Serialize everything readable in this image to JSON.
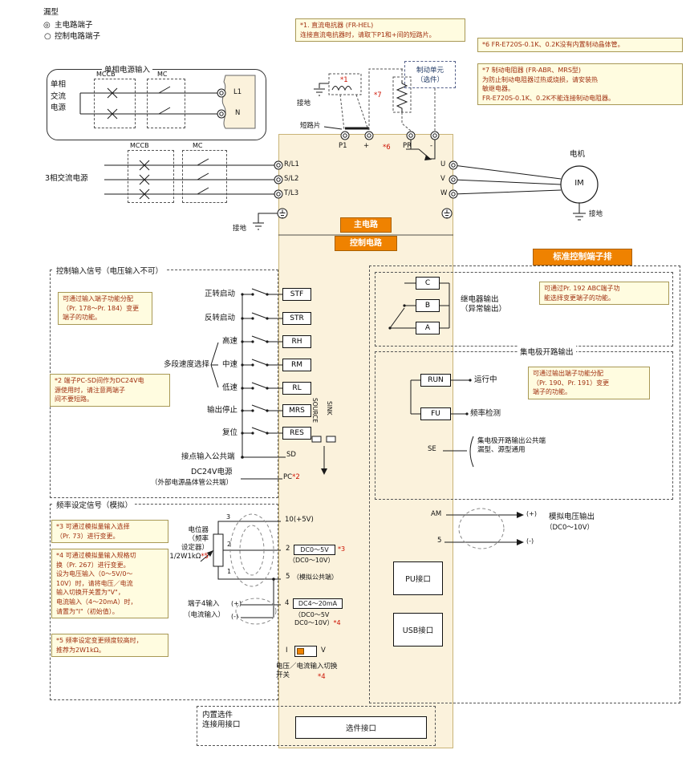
{
  "colors": {
    "accent_orange": "#EF8200",
    "body_fill": "#FBF2DC",
    "note_bg": "#FFFCE0",
    "note_text": "#A03010",
    "callout_red": "#CC1100"
  },
  "legend": {
    "title": "漏型",
    "main": {
      "symbol": "◎",
      "label": "主电路端子"
    },
    "control": {
      "symbol": "○",
      "label": "控制电路端子"
    }
  },
  "top_notes": {
    "n1": "*1. 直流电抗器 (FR-HEL)\n连接直流电抗器时，请取下P1和+间的短路片。",
    "n6": "*6  FR-E720S-0.1K、0.2K没有内置制动晶体管。",
    "n7": "*7  制动电阻器 (FR-ABR、MRS型)\n为防止制动电阻器过热或烧损，请安装热\n敏继电器。\nFR-E720S-0.1K、0.2K不能连接制动电阻器。"
  },
  "brake_unit": {
    "text": "制动单元\n（选件）"
  },
  "callouts": {
    "star1": "*1",
    "star6": "*6",
    "star7": "*7",
    "short_bar": "短路片",
    "ground_top": "接地",
    "ground_left": "接地"
  },
  "power": {
    "single_phase": {
      "title": "单相电源输入",
      "source": "单相\n交流\n电源",
      "mccb": "MCCB",
      "mc": "MC",
      "l1": "L1",
      "n": "N"
    },
    "three_phase": {
      "label": "3相交流电源",
      "mccb": "MCCB",
      "mc": "MC"
    }
  },
  "inverter": {
    "top_terminals": {
      "p1": "P1",
      "plus": "+",
      "pr": "PR",
      "minus": "-"
    },
    "main_circuit": "主电路",
    "control_circuit": "控制电路",
    "inputs": {
      "r": "R/L1",
      "s": "S/L2",
      "t": "T/L3"
    },
    "outputs": {
      "u": "U",
      "v": "V",
      "w": "W"
    }
  },
  "motor": {
    "label": "电机",
    "name": "IM",
    "ground": "接地"
  },
  "control_input": {
    "title": "控制输入信号（电压输入不可）",
    "note": "可通过输入端子功能分配\n（Pr. 178～Pr. 184）变更\n端子的功能。",
    "note2": "*2  端子PC-SD间作为DC24V电\n源使用时，请注意两端子\n间不要短路。",
    "signals": [
      {
        "label": "正转启动",
        "terminal": "STF"
      },
      {
        "label": "反转启动",
        "terminal": "STR"
      },
      {
        "label": "高速",
        "terminal": "RH"
      },
      {
        "label": "中速",
        "terminal": "RM"
      },
      {
        "label": "低速",
        "terminal": "RL"
      },
      {
        "label": "输出停止",
        "terminal": "MRS"
      },
      {
        "label": "复位",
        "terminal": "RES"
      }
    ],
    "multi_speed": "多段速度选择",
    "common_label": "接点输入公共端",
    "common_terminal": "SD",
    "dc24_label": "DC24V电源",
    "dc24_sub": "（外部电源晶体管公共端）",
    "dc24_terminal": "PC",
    "dc24_star": "*2",
    "source": "SOURCE",
    "sink": "SINK"
  },
  "frequency": {
    "title": "频率设定信号（模拟）",
    "note3": "*3  可通过模拟量输入选择\n（Pr. 73）进行变更。",
    "note4": "*4  可通过模拟量输入规格切\n换（Pr. 267）进行变更。\n设为电压输入（0～5V/0～\n10V）时，请将电压／电流\n输入切换开关置为\"V\"，\n电流输入（4～20mA）时，\n请置为\"I\"（初始值）。",
    "note5": "*5  频率设定变更频度较高时，\n推荐为2W1kΩ。",
    "pot_label": "电位器\n（频率\n设定器）\n1/2W1kΩ",
    "pot_star": "*5",
    "pins": {
      "p3": "3",
      "p2": "2",
      "p1": "1"
    },
    "t10": "10(+5V)",
    "t2": "2",
    "t2_range": "DC0～5V",
    "t2_star": "*3",
    "t2_sub": "（DC0～10V）",
    "t5": "5",
    "t5_sub": "（模拟公共端）",
    "t4_label": "端子4输入",
    "t4_sub": "（电流输入）",
    "plus": "(+)",
    "minus": "(-)",
    "t4": "4",
    "t4_range": "DC4～20mA",
    "t4_sub2": "（DC0～5V\nDC0～10V）",
    "t4_star": "*4",
    "switch_i": "I",
    "switch_v": "V",
    "switch_label": "电压／电流输入切换\n开关",
    "switch_star": "*4"
  },
  "terminal_block": {
    "title": "标准控制端子排",
    "relay": {
      "c": "C",
      "b": "B",
      "a": "A",
      "label": "继电器输出\n（异常输出）",
      "note": "可通过Pr. 192 ABC端子功\n能选择变更端子的功能。"
    },
    "collector": {
      "title": "集电极开路输出",
      "note": "可通过输出端子功能分配\n（Pr. 190、Pr. 191）变更\n端子的功能。",
      "run": "RUN",
      "run_label": "运行中",
      "fu": "FU",
      "fu_label": "频率检测",
      "se": "SE",
      "se_label": "集电极开路输出公共端\n漏型、源型通用"
    },
    "analog": {
      "am": "AM",
      "five": "5",
      "plus": "(+)",
      "minus": "(-)",
      "label": "模拟电压输出",
      "range": "（DC0～10V）"
    },
    "pu": "PU接口",
    "usb": "USB接口"
  },
  "bottom": {
    "label": "内置选件\n连接用接口",
    "option": "选件接口"
  }
}
